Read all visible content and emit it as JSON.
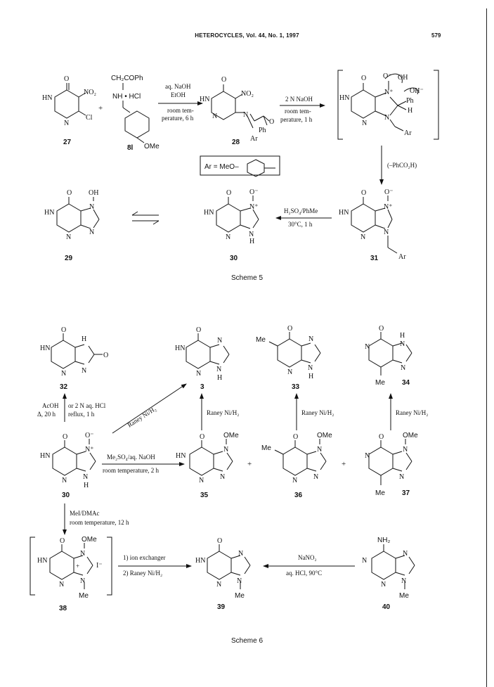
{
  "header": {
    "journal": "HETEROCYCLES, Vol. 44, No. 1, 1997",
    "page_number": "579"
  },
  "scheme5": {
    "caption": "Scheme 5",
    "compounds": {
      "c27": "27",
      "c8l": "8l",
      "c28": "28",
      "c29": "29",
      "c30": "30",
      "c31": "31"
    },
    "reagents": {
      "r1_line1": "aq. NaOH",
      "r1_line2": "EtOH",
      "r1_line3": "room tem-",
      "r1_line4": "perature, 6 h",
      "r2_line1": "2 N NaOH",
      "r2_line2": "room tem-",
      "r2_line3": "perature, 1 h",
      "r3": "(–PhCO₂H)",
      "r4_line1": "H₂SO₄/PhMe",
      "r4_line2": "30°C, 1 h"
    },
    "ar_definition": "Ar = MeO–",
    "labels": {
      "no2": "NO₂",
      "cl": "Cl",
      "hn": "HN",
      "n": "N",
      "o": "O",
      "oh": "OH",
      "ome": "OMe",
      "ch2coph": "CH₂COPh",
      "nh_hcl": "NH • HCl",
      "ph": "Ph",
      "ar": "Ar",
      "h": "H",
      "o_minus": "O⁻",
      "n_plus": "N⁺",
      "plus": "+",
      "oh_minus": "OH⁻"
    }
  },
  "scheme6": {
    "caption": "Scheme 6",
    "compounds": {
      "c32": "32",
      "c3": "3",
      "c33": "33",
      "c34": "34",
      "c30": "30",
      "c35": "35",
      "c36": "36",
      "c37": "37",
      "c38": "38",
      "c39": "39",
      "c40": "40"
    },
    "reagents": {
      "acoh_line1": "AcOH",
      "acoh_line2": "Δ, 20 h",
      "hcl_line1": "or 2 N aq. HCl",
      "hcl_line2": "reflux, 1 h",
      "raney": "Raney Ni/H₂",
      "me2so4_line1": "Me₂SO₄/aq. NaOH",
      "me2so4_line2": "room temperature, 2 h",
      "mei_line1": "MeI/DMAc",
      "mei_line2": "room temperature, 12 h",
      "ion_line1": "1) ion exchanger",
      "ion_line2": "2) Raney Ni/H₂",
      "nano2_line1": "NaNO₂",
      "nano2_line2": "aq. HCl, 90°C"
    },
    "labels": {
      "me": "Me",
      "nh2": "NH₂",
      "i_minus": "I⁻",
      "plus": "+"
    }
  }
}
